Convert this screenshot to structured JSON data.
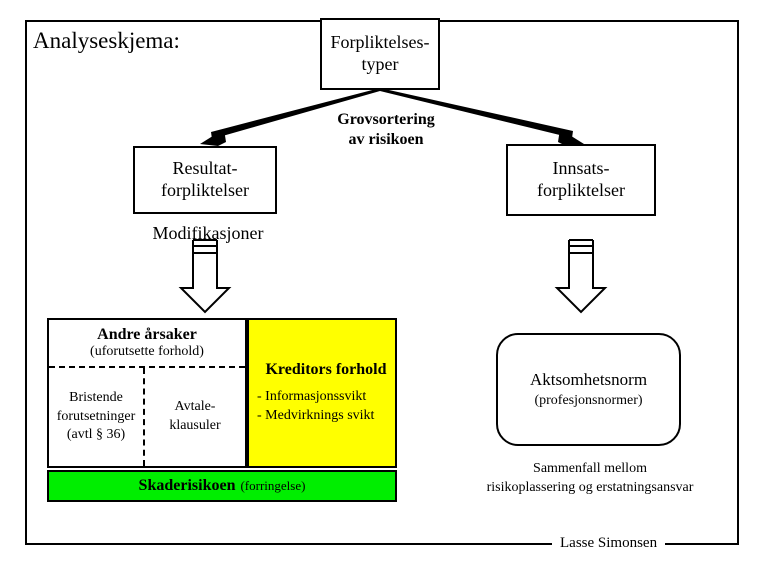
{
  "page": {
    "title": "Analyseskjema:",
    "signature": "Lasse Simonsen"
  },
  "nodes": {
    "top": {
      "line1": "Forpliktelses-",
      "line2": "typer"
    },
    "branch_label": {
      "line1": "Grovsortering",
      "line2": "av risikoen"
    },
    "left": {
      "line1": "Resultat-",
      "line2": "forpliktelser"
    },
    "right": {
      "line1": "Innsats-",
      "line2": "forpliktelser"
    },
    "modifications_label": "Modifikasjoner",
    "andre": {
      "title": "Andre årsaker",
      "subtitle": "(uforutsette forhold)",
      "left_cell": {
        "line1": "Bristende",
        "line2": "forutsetninger",
        "line3": "(avtl § 36)"
      },
      "right_cell": {
        "line1": "Avtale-",
        "line2": "klausuler"
      }
    },
    "kreditors": {
      "title": "Kreditors forhold",
      "item1": "- Informasjonssvikt",
      "item2": "- Medvirknings svikt"
    },
    "green": {
      "main": "Skaderisikoen",
      "paren": "(forringelse)"
    },
    "aktsomhets": {
      "title": "Aktsomhetsnorm",
      "subtitle": "(profesjonsnormer)"
    },
    "sammenfall": {
      "line1": "Sammenfall mellom",
      "line2": "risikoplassering og erstatningsansvar"
    }
  },
  "colors": {
    "yellow": "#ffff00",
    "green": "#00ee00",
    "stroke": "#000000",
    "background": "#ffffff"
  },
  "icons": {
    "arrow_left_branch": "diagonal-arrow-icon",
    "arrow_right_branch": "diagonal-arrow-icon",
    "block_arrow_left": "block-arrow-down-icon",
    "block_arrow_right": "block-arrow-down-icon"
  }
}
